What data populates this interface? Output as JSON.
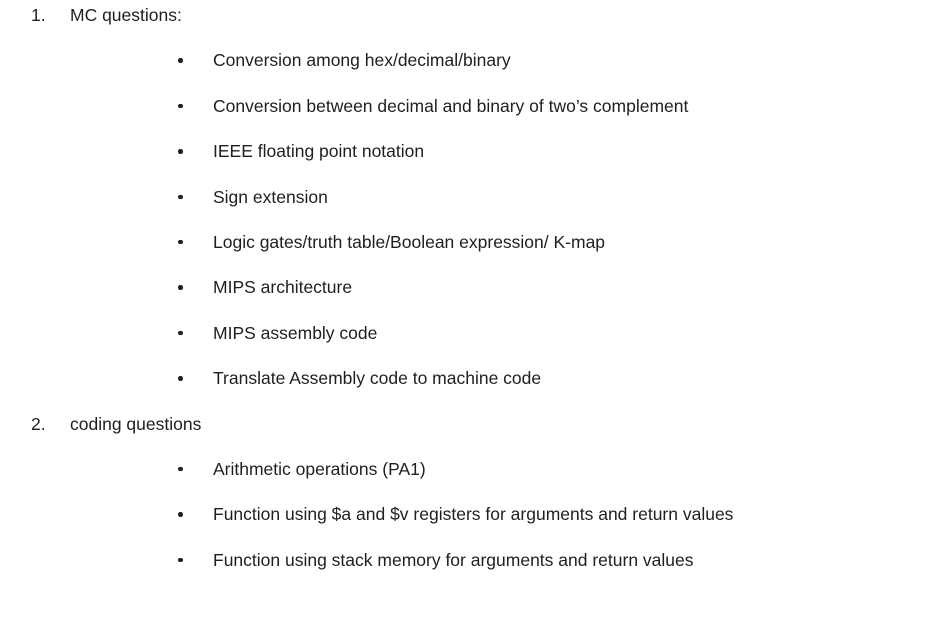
{
  "document": {
    "background_color": "#ffffff",
    "text_color": "#1f1f1f",
    "items": [
      {
        "number": "1.",
        "label": "MC questions:",
        "bullets": [
          "Conversion among hex/decimal/binary",
          "Conversion between decimal and binary of two’s complement",
          "IEEE floating point notation",
          "Sign extension",
          "Logic gates/truth table/Boolean expression/ K-map",
          "MIPS architecture",
          "MIPS assembly code",
          "Translate Assembly code to machine code"
        ]
      },
      {
        "number": "2.",
        "label": "coding questions",
        "bullets": [
          "Arithmetic operations (PA1)",
          "Function using $a and $v registers for arguments and return values",
          "Function using stack memory for arguments and return values"
        ]
      }
    ]
  }
}
